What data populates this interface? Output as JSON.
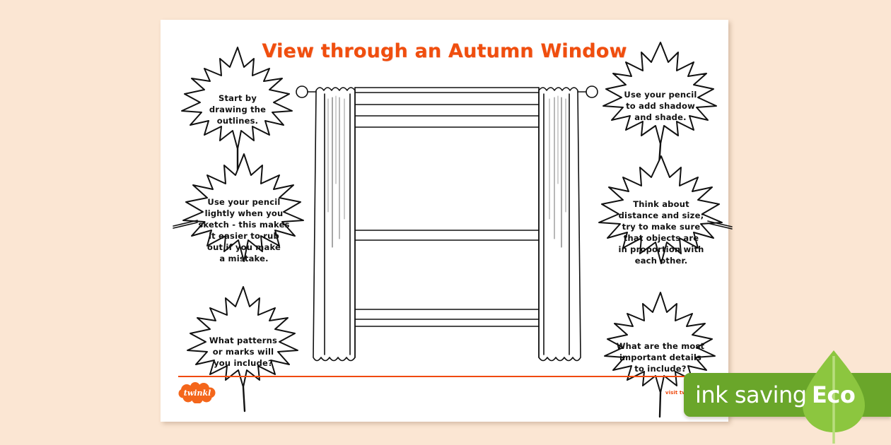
{
  "page": {
    "title": "View through an Autumn Window",
    "title_color": "#f04e0e",
    "background_color": "#fbe6d3",
    "paper_color": "#ffffff"
  },
  "leaves": [
    {
      "id": "leaf-tl",
      "position": "top-left",
      "text": "Start by\ndrawing the\noutlines."
    },
    {
      "id": "leaf-ml",
      "position": "middle-left",
      "text": "Use your pencil\nlightly when you\nsketch - this makes\nit easier to rub\nout if you make\na mistake."
    },
    {
      "id": "leaf-bl",
      "position": "bottom-left",
      "text": "What patterns\nor marks will\nyou include?"
    },
    {
      "id": "leaf-tr",
      "position": "top-right",
      "text": "Use your pencil\nto add shadow\nand shade."
    },
    {
      "id": "leaf-mr",
      "position": "middle-right",
      "text": "Think about\ndistance and size;\ntry to make sure\nthat objects are\nin proportion with\neach other."
    },
    {
      "id": "leaf-br",
      "position": "bottom-right",
      "text": "What are the most\nimportant details\nto include?"
    }
  ],
  "artwork": {
    "name": "autumn-window-outline",
    "description": "Blank window with curtains on a rod for drawing"
  },
  "footer": {
    "rule_color": "#f0490c",
    "logo_text": "twinkl",
    "logo_color": "#f4661b",
    "visit_text": "visit twinkl.com",
    "visit_color": "#ef4b10"
  },
  "eco_badge": {
    "ink_text": "ink saving",
    "eco_text": "Eco",
    "pill_color": "#6aa62a",
    "leaf_color": "#8cc63f"
  }
}
